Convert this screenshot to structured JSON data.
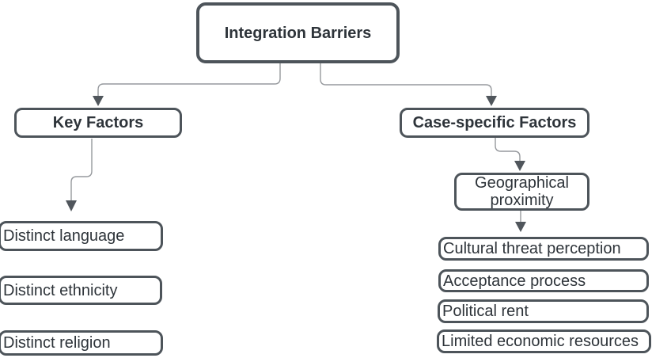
{
  "diagram": {
    "type": "flowchart",
    "title": "Integration Barriers"
  },
  "nodes": {
    "root": {
      "label": "Integration Barriers"
    },
    "key_factors": {
      "label": "Key Factors"
    },
    "case_specific": {
      "label": "Case-specific Factors"
    },
    "geo_proximity": {
      "label": "Geographical proximity"
    },
    "key_items": [
      "Distinct language",
      "Distinct ethnicity",
      "Distinct religion"
    ],
    "case_items": [
      "Cultural threat perception",
      "Acceptance process",
      "Political rent",
      "Limited economic resources"
    ]
  },
  "edges": [
    {
      "from": "Integration Barriers",
      "to": "Key Factors",
      "arrow": true
    },
    {
      "from": "Integration Barriers",
      "to": "Case-specific Factors",
      "arrow": true
    },
    {
      "from": "Key Factors",
      "to": "Distinct language",
      "arrow": true
    },
    {
      "from": "Case-specific Factors",
      "to": "Geographical proximity",
      "arrow": true
    },
    {
      "from": "Geographical proximity",
      "to": "Cultural threat perception",
      "arrow": true
    }
  ],
  "colors": {
    "node_border": "#4d545a",
    "node_fill": "#ffffff",
    "text": "#2e343a",
    "connector_line": "#96999d",
    "arrowhead": "#50565c",
    "background": "#ffffff"
  }
}
